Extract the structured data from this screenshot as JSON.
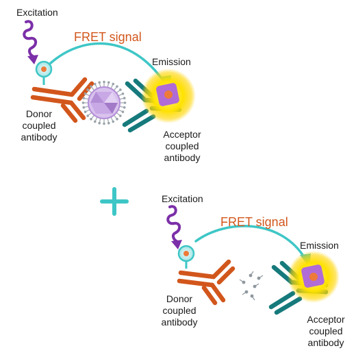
{
  "colors": {
    "excitation": "#7b2fa8",
    "fret_arrow": "#3ec6c6",
    "fret_text": "#d2561c",
    "donor_antibody": "#d2561c",
    "acceptor_antibody": "#167a7c",
    "emission_glow": "#ffd400",
    "acceptor_purple": "#b06bd6",
    "acceptor_core": "#ee7a3a",
    "plus_sign": "#3ec6c6",
    "analyte": "#c9a8e6"
  },
  "icons": [
    "excitation-wave-icon",
    "fret-arrow-icon",
    "donor-fluorophore-icon",
    "acceptor-fluorophore-icon",
    "analyte-virus-icon",
    "analyte-fragments-icon",
    "plus-icon"
  ],
  "panel_top": {
    "excitation_label": "Excitation",
    "fret_label": "FRET signal",
    "emission_label": "Emission",
    "donor_label": [
      "Donor",
      "coupled",
      "antibody"
    ],
    "acceptor_label": [
      "Acceptor",
      "coupled",
      "antibody"
    ]
  },
  "panel_bottom": {
    "excitation_label": "Excitation",
    "fret_label": "FRET signal",
    "emission_label": "Emission",
    "donor_label": [
      "Donor",
      "coupled",
      "antibody"
    ],
    "acceptor_label": [
      "Acceptor",
      "coupled",
      "antibody"
    ]
  }
}
